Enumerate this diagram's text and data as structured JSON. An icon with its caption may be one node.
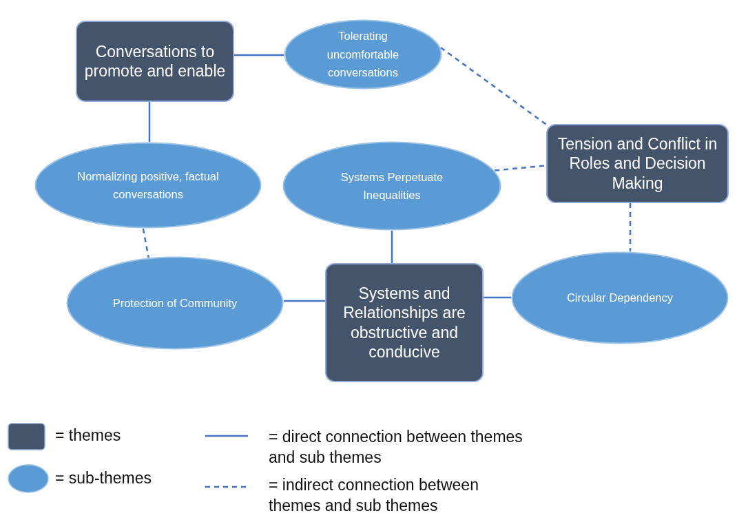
{
  "diagram": {
    "nodes": [
      {
        "text": [
          "Conversations to promote and enable"
        ]
      },
      {
        "text": [
          "Tolerating uncomfortable conversations"
        ]
      },
      {
        "text": [
          "Tension and Conflict in Roles and Decision Making"
        ]
      },
      {
        "text": [
          "Normalizing positive, factual conversations"
        ]
      },
      {
        "text": [
          "Systems Perpetuate Inequalities"
        ]
      },
      {
        "text": [
          "Protection of Community"
        ]
      },
      {
        "text": [
          "Systems and Relationships are obstructive and conducive"
        ]
      },
      {
        "text": [
          "Circular Dependency"
        ]
      }
    ],
    "edges": [
      {
        "from": 0,
        "to": 1,
        "arrow": "none"
      },
      {
        "from": 1,
        "to": 2,
        "arrow": "none",
        "style": "dashed"
      },
      {
        "from": 4,
        "to": 2,
        "arrow": "none",
        "style": "dashed"
      },
      {
        "from": 0,
        "to": 3,
        "arrow": "none"
      },
      {
        "from": 2,
        "to": 7,
        "arrow": "none",
        "style": "dashed"
      },
      {
        "from": 3,
        "to": 5,
        "arrow": "none",
        "style": "dashed"
      },
      {
        "from": 4,
        "to": 6,
        "arrow": "none"
      },
      {
        "from": 5,
        "to": 6,
        "arrow": "none"
      },
      {
        "from": 6,
        "to": 7,
        "arrow": "none"
      }
    ],
    "legend": [
      {
        "text": "= themes",
        "color": "#44546a"
      },
      {
        "text": "= sub-themes",
        "color": "#5b9bd5"
      },
      {
        "text": "= direct connection between themes and sub themes"
      },
      {
        "text": "= indirect connection between themes and sub themes"
      }
    ]
  }
}
